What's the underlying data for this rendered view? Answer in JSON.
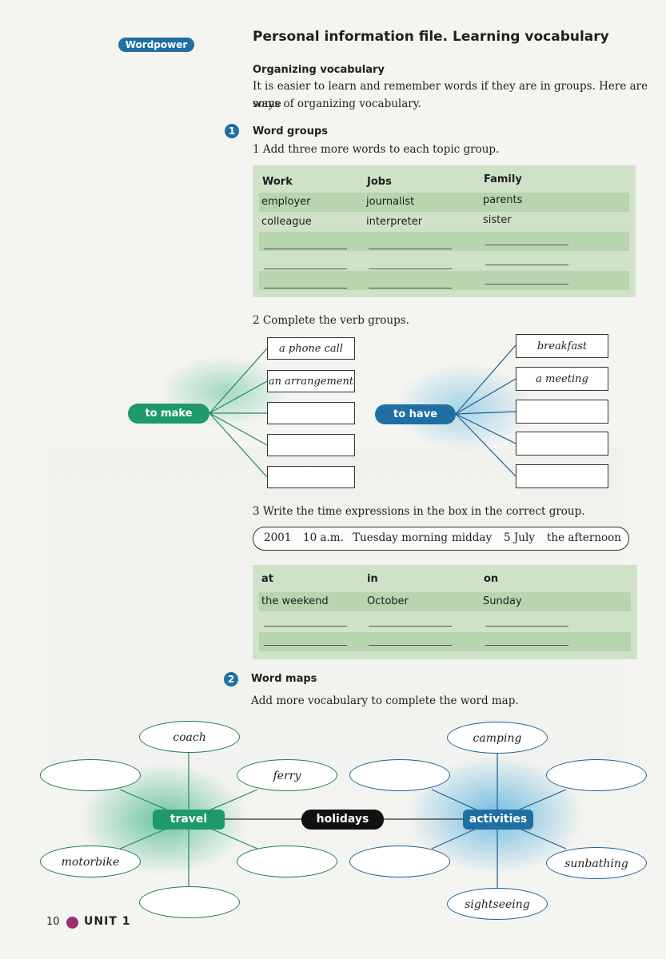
{
  "header": {
    "badge": "Wordpower",
    "title": "Personal information file. Learning vocabulary"
  },
  "intro": {
    "subheading": "Organizing vocabulary",
    "text_line1": "It is easier to learn and remember words if they are in groups. Here are some",
    "text_line2": "ways of organizing vocabulary."
  },
  "section1": {
    "number": "1",
    "heading": "Word groups",
    "task1": "1   Add three more words to each topic group.",
    "table": {
      "headers": [
        "Work",
        "Jobs",
        "Family"
      ],
      "rows": [
        [
          "employer",
          "journalist",
          "parents"
        ],
        [
          "colleague",
          "interpreter",
          "sister"
        ]
      ]
    },
    "task2": "2   Complete the verb groups.",
    "verb_make": {
      "label": "to make",
      "items": [
        "a phone call",
        "an arrangement"
      ]
    },
    "verb_have": {
      "label": "to have",
      "items": [
        "breakfast",
        "a meeting"
      ]
    },
    "task3": "3   Write the time expressions in the box in the correct group.",
    "time_expressions": [
      "2001",
      "10 a.m.",
      "Tuesday morning",
      "midday",
      "5 July",
      "the afternoon"
    ],
    "time_table": {
      "headers": [
        "at",
        "in",
        "on"
      ],
      "rows": [
        [
          "the weekend",
          "October",
          "Sunday"
        ]
      ]
    }
  },
  "section2": {
    "number": "2",
    "heading": "Word maps",
    "instruction": "Add more vocabulary to complete the word map.",
    "center": "holidays",
    "travel": {
      "label": "travel",
      "items": [
        "coach",
        "ferry",
        "motorbike"
      ]
    },
    "activities": {
      "label": "activities",
      "items": [
        "camping",
        "sunbathing",
        "sightseeing"
      ]
    }
  },
  "footer": {
    "page": "10",
    "unit": "UNIT 1"
  },
  "colors": {
    "green": "#1e9a6a",
    "blue": "#1f6fa3",
    "table_bg": "#cfe2c8",
    "footer_dot": "#9a2f6b"
  }
}
